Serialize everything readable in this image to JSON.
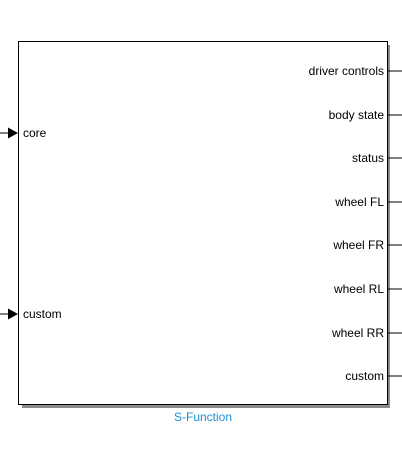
{
  "block": {
    "name": "S-Function",
    "name_color": "#1a8fd6",
    "border_color": "#000000",
    "fill_color": "#ffffff",
    "inputs": [
      {
        "label": "core"
      },
      {
        "label": "custom"
      }
    ],
    "outputs": [
      {
        "label": "driver controls"
      },
      {
        "label": "body state"
      },
      {
        "label": "status"
      },
      {
        "label": "wheel FL"
      },
      {
        "label": "wheel FR"
      },
      {
        "label": "wheel RL"
      },
      {
        "label": "wheel RR"
      },
      {
        "label": "custom"
      }
    ]
  }
}
